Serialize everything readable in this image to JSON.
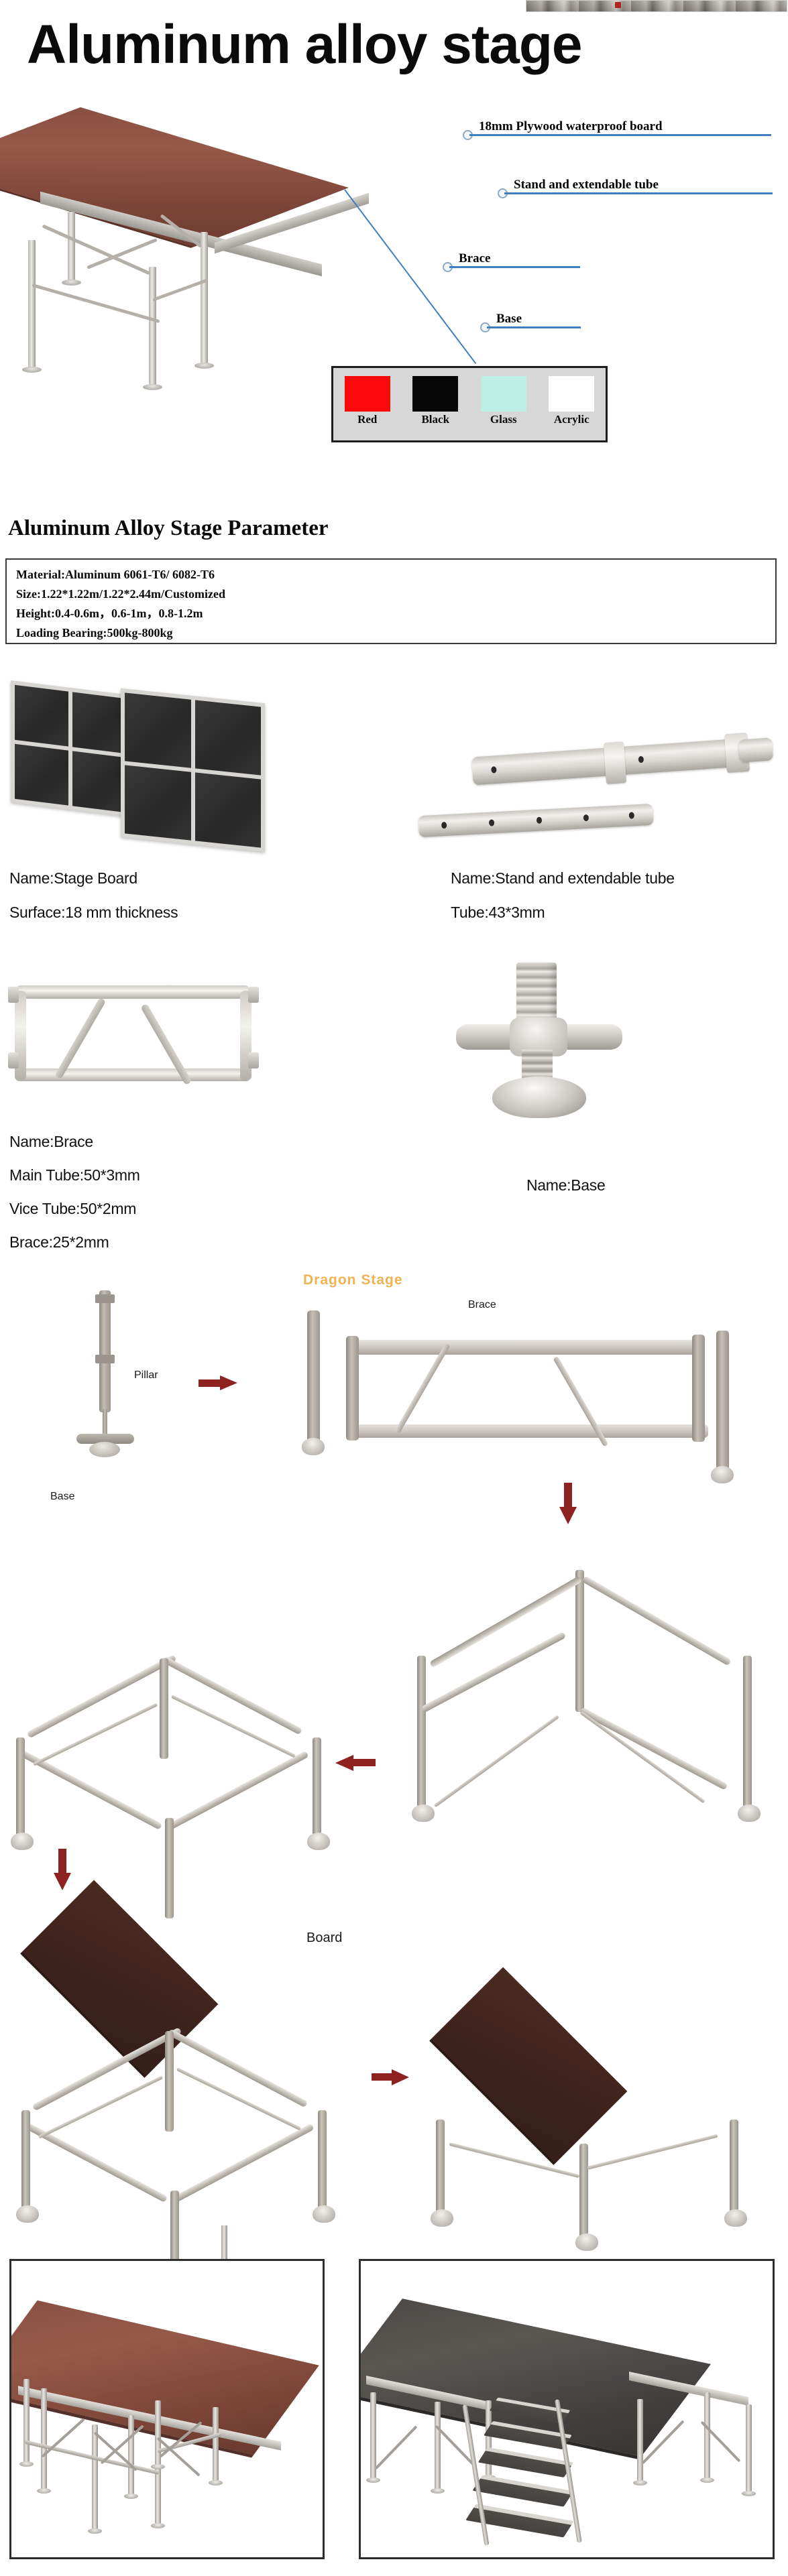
{
  "page": {
    "title": "Aluminum alloy stage"
  },
  "hero": {
    "callouts": [
      {
        "label": "18mm Plywood waterproof board"
      },
      {
        "label": "Stand and extendable tube"
      },
      {
        "label": "Brace"
      },
      {
        "label": "Base"
      }
    ]
  },
  "swatches": {
    "items": [
      {
        "label": "Red",
        "color": "#fb0808"
      },
      {
        "label": "Black",
        "color": "#060606"
      },
      {
        "label": "Glass",
        "color": "#bdefe5"
      },
      {
        "label": "Acrylic",
        "color": "#ffffff"
      }
    ],
    "panel_bg": "#d7d7d7",
    "panel_border": "#1d1d1d"
  },
  "parameters": {
    "heading": "Aluminum Alloy Stage Parameter",
    "rows": [
      "Material:Aluminum 6061-T6/ 6082-T6",
      "Size:1.22*1.22m/1.22*2.44m/Customized",
      "Height:0.4-0.6m，0.6-1m，0.8-1.2m",
      "Loading Bearing:500kg-800kg"
    ]
  },
  "components": {
    "stage_board": {
      "name": "Name:Stage Board",
      "spec": "Surface:18 mm thickness"
    },
    "stand_tube": {
      "name": "Name:Stand and extendable tube",
      "spec": "Tube:43*3mm"
    },
    "brace": {
      "name": "Name:Brace",
      "spec1": "Main Tube:50*3mm",
      "spec2": "Vice Tube:50*2mm",
      "spec3": "Brace:25*2mm"
    },
    "base": {
      "name": "Name:Base"
    }
  },
  "assembly": {
    "watermark": "Dragon Stage",
    "labels": {
      "pillar": "Pillar",
      "base": "Base",
      "brace": "Brace",
      "board": "Board"
    },
    "arrow_color": "#8e2220"
  },
  "colors": {
    "callout_line": "#3f7fc1",
    "deck_brown": "#7c4537",
    "aluminum": "#c3bdb4",
    "watermark": "#f0b352"
  }
}
